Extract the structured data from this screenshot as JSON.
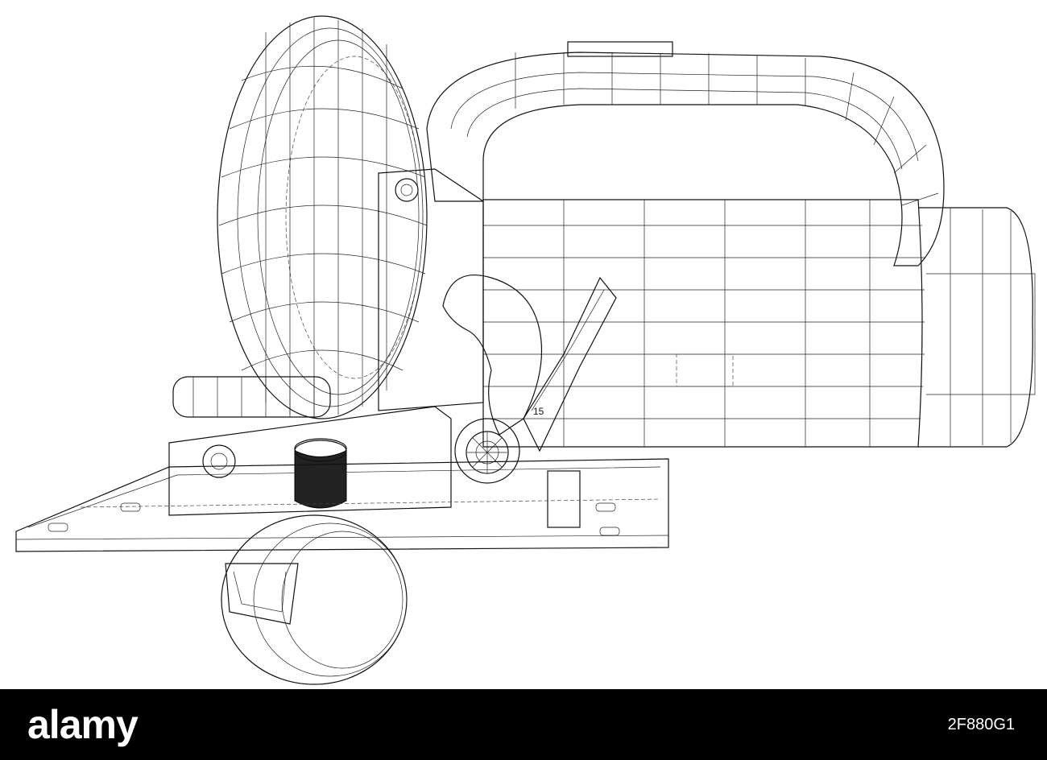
{
  "watermark": {
    "brand": "alamy",
    "image_id": "2F880G1"
  },
  "drawing": {
    "subject": "circular-saw-wireframe"
  },
  "colors": {
    "background": "#ffffff",
    "line": "#111111",
    "footer": "#000000",
    "footer_text": "#ffffff"
  }
}
